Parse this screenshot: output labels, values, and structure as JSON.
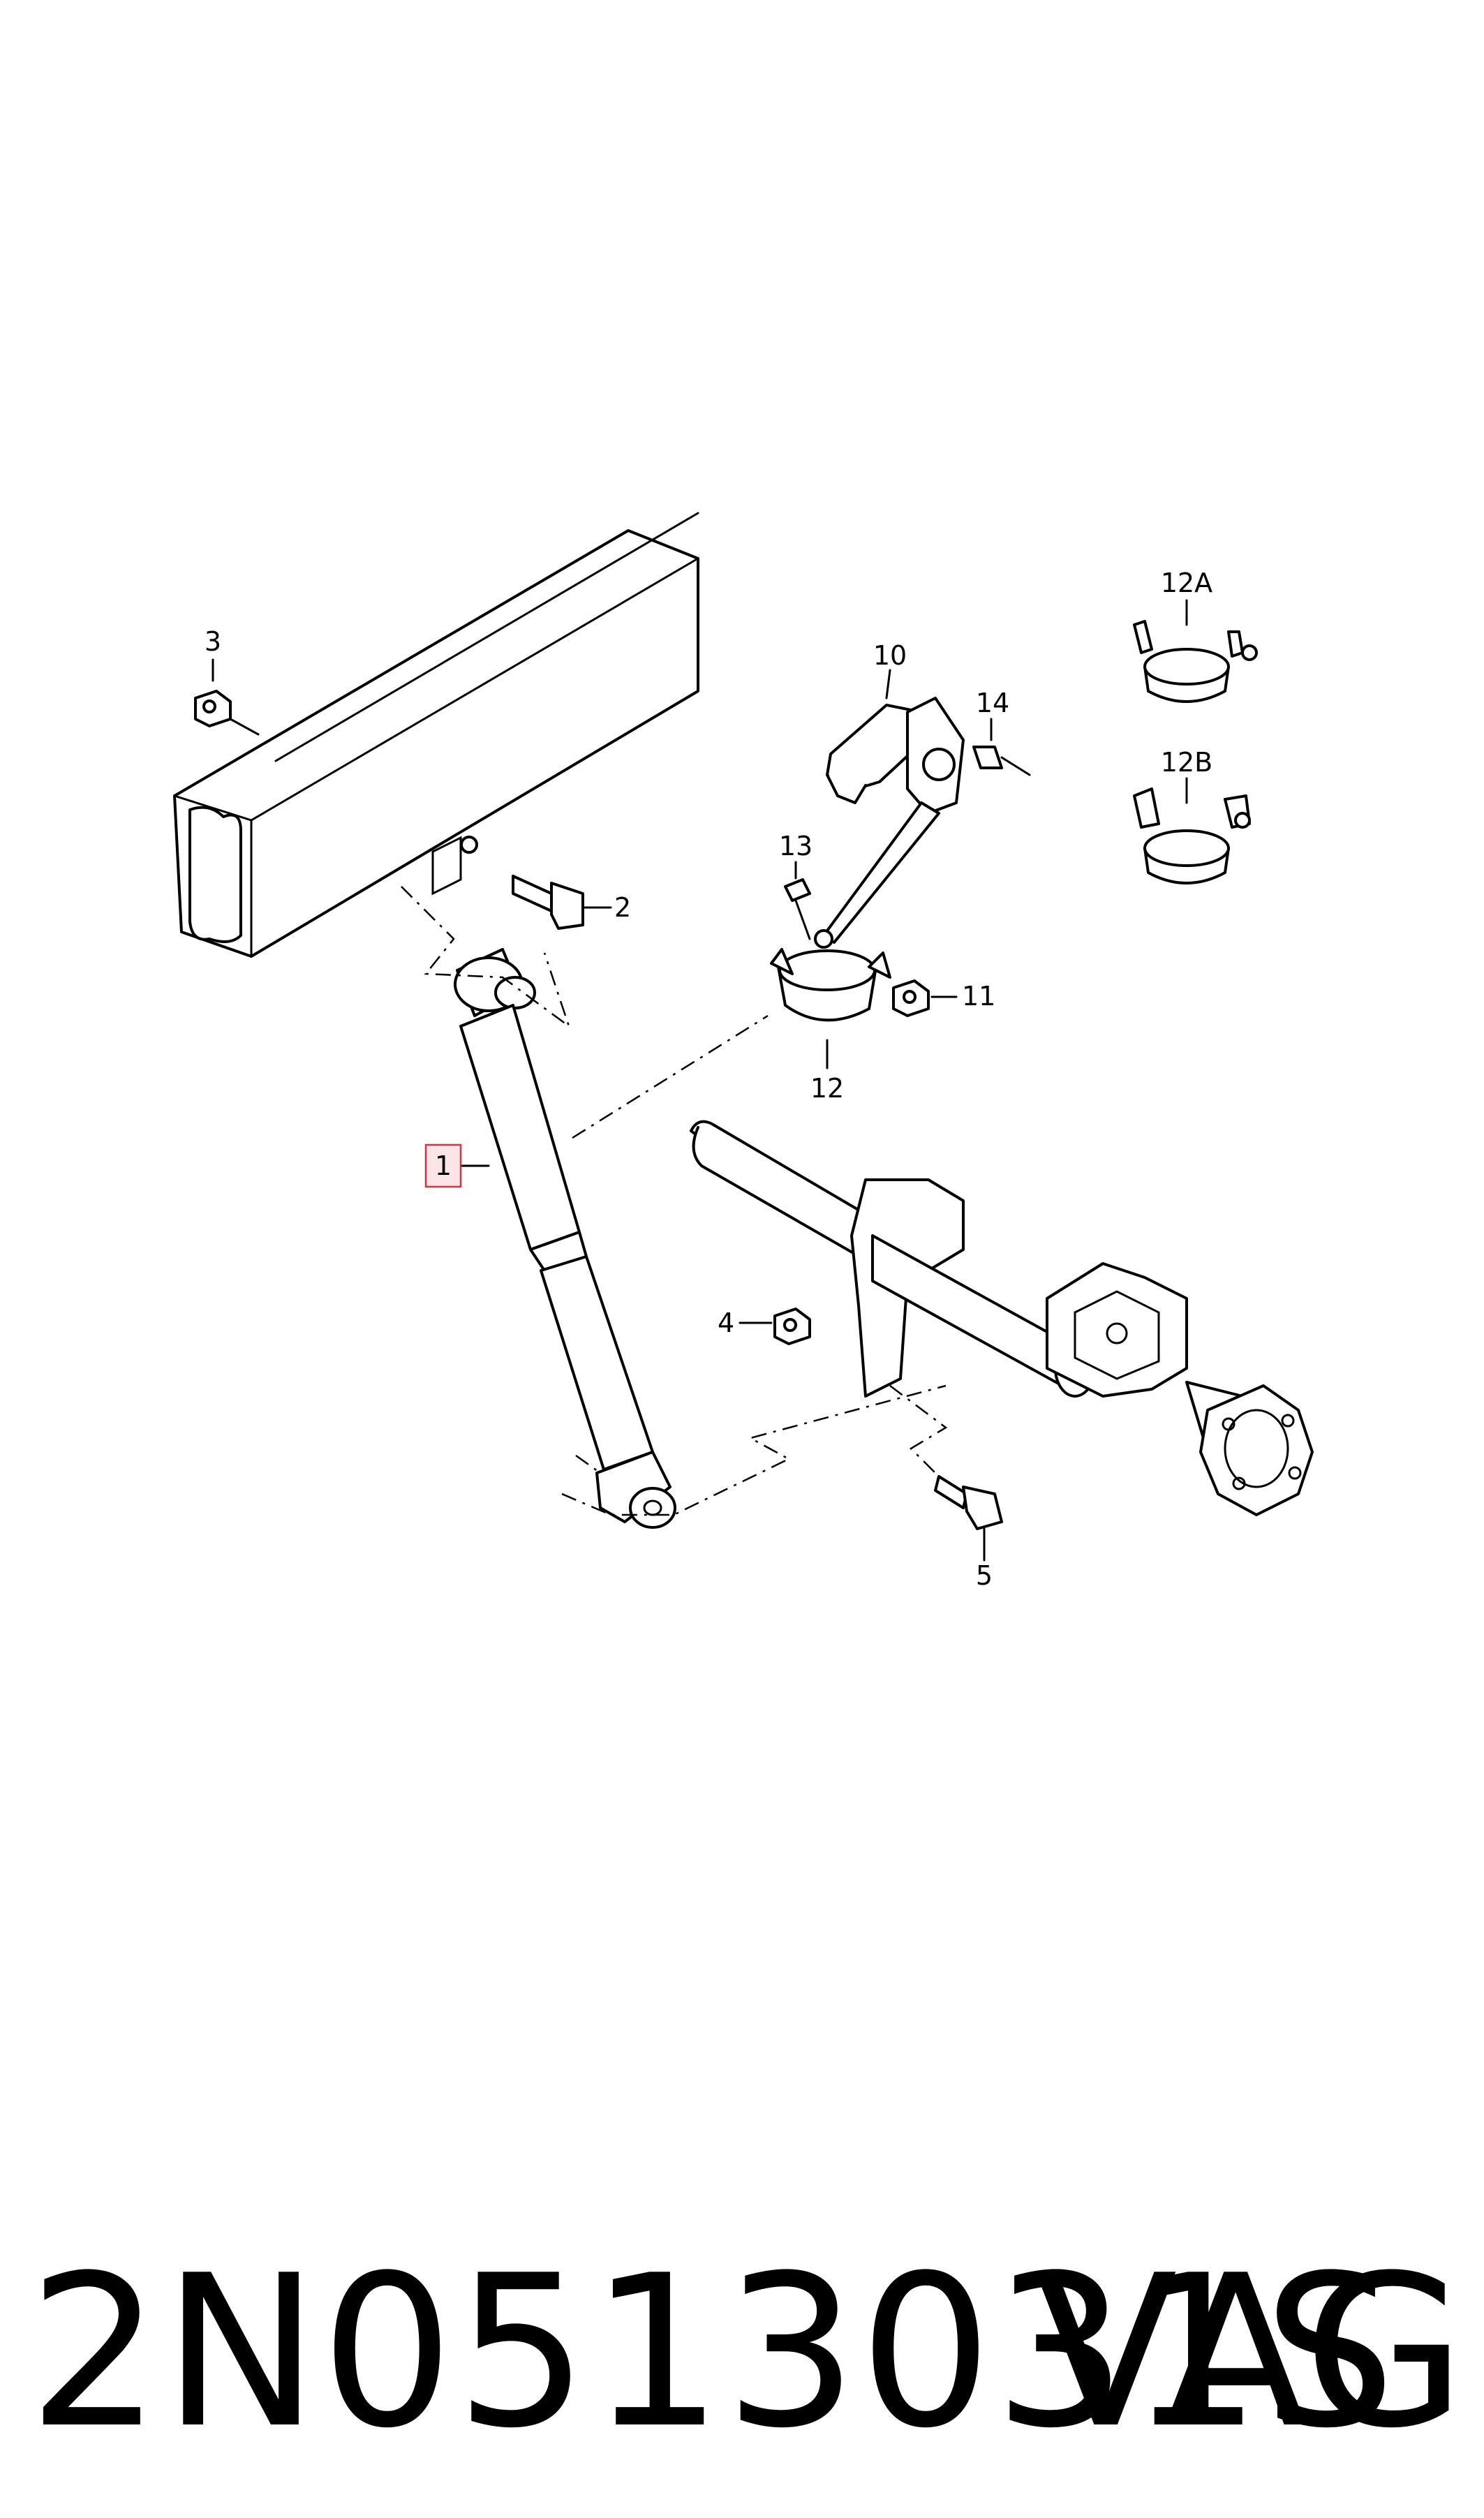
{
  "callouts": {
    "c1": "1",
    "c2": "2",
    "c3": "3",
    "c4": "4",
    "c5": "5",
    "c10": "10",
    "c11": "11",
    "c12": "12",
    "c12a": "12A",
    "c12b": "12B",
    "c13": "13",
    "c14": "14"
  },
  "highlight_color": "#e03040",
  "footer": {
    "part_number": "2N0513031S",
    "brand": "VAG"
  }
}
